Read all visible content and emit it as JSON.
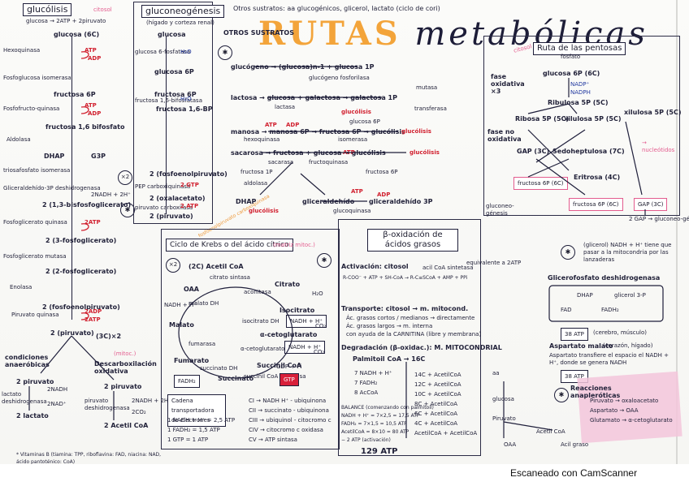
{
  "header": {
    "title_word1": "RUTAS",
    "title_word2": "metabólicas",
    "top_note": "Otros sustratos: aa glucogénicos, glicerol, lactato (ciclo de cori)",
    "otros_label": "OTROS SUSTRATOS"
  },
  "glucolisis": {
    "title": "glucólisis",
    "location": "citosol",
    "summary": "glucosa → 2ATP + 2piruvato",
    "steps": [
      "glucosa (6C)",
      "fructosa 6P",
      "fructosa 1,6 bifosfato",
      "DHAP",
      "G3P",
      "2 (1,3-bisfosfoglicerato)",
      "2 (3-fosfoglicerato)",
      "2 (2-fosfoglicerato)",
      "2 (fosfoenolpiruvato)",
      "2 (piruvato)"
    ],
    "enzymes": [
      "Hexoquinasa",
      "Fosfoglucosa isomerasa",
      "Fosfofructo-quinasa",
      "Aldolasa",
      "triosafosfato isomerasa",
      "Gliceraldehído-3P deshidrogenasa",
      "Fosfoglicerato quinasa",
      "Fosfoglicerato mutasa",
      "Enolasa",
      "Piruvato quinasa"
    ],
    "atp": "ATP",
    "adp": "ADP",
    "nadh": "2NADH + 2H⁺",
    "atp2": "2ATP",
    "adp2": "2ADP",
    "ending": "(3C)×2"
  },
  "gluconeo": {
    "title": "gluconeogénesis",
    "subtitle": "(hígado y corteza renal)",
    "steps": [
      "glucosa",
      "glucosa 6P",
      "fructosa 6P",
      "fructosa 1,6-BP",
      "2 (fosfoenolpiruvato)",
      "2 (oxalacetato)",
      "2 (piruvato)"
    ],
    "enzymes": [
      "glucosa 6-fosfatasa",
      "fructosa 1,6-bifosfatasa",
      "PEP carboxiquinasa",
      "piruvato carboxilasa"
    ],
    "h2o": "H₂O",
    "gtp": "2 GTP",
    "atp": "2 ATP",
    "note": "fosfoenolpiruvato carboxiquinasa"
  },
  "otros": {
    "items": [
      "glucógeno → (glucosa)n-1 + glucosa 1P",
      "lactosa → glucosa + galactosa → galactosa 1P",
      "manosa → manosa 6P → fructosa 6P → glucólisis",
      "sacarosa → fructosa + glucosa → glucólisis"
    ],
    "enzymes": [
      "glucógeno fosforilasa",
      "lactasa",
      "hexoquinasa",
      "isomerasa",
      "sacarasa",
      "fructoquinasa",
      "aldolasa"
    ],
    "atp": "ATP",
    "adp": "ADP",
    "dhap": "DHAP",
    "gald": "gliceraldehído",
    "g3p": "gliceraldehído 3P",
    "glucolisis": "glucólisis",
    "glucoquinasa": "glucoquinasa",
    "fructosa1p": "fructosa 1P",
    "fructosa6p": "fructosa 6P",
    "mutasa": "mutasa",
    "transferasa": "transferasa",
    "glucosa6p": "glucosa 6P"
  },
  "pentosas": {
    "title": "Ruta de las pentosas",
    "subtitle": "fosfato",
    "location": "citosol",
    "phase1": "fase oxidativa ×3",
    "phase2": "fase no oxidativa",
    "steps": [
      "glucosa 6P (6C)",
      "Ribulosa 5P (5C)",
      "Ribosa 5P (5C)",
      "xilulosa 5P (5C)",
      "xilulosa 5P (5C)",
      "GAP (3C)",
      "Sedoheptulosa (7C)",
      "Eritrosa (4C)",
      "fructosa 6P (6C)",
      "fructosa 6P (6C)",
      "GAP (3C)"
    ],
    "nadp": "NADP⁺",
    "nadph": "NADPH",
    "gluconeo": "gluconeo-génesis",
    "bottom": "2 GAP → gluconeo-génesis",
    "link": "→ nucleótidos"
  },
  "condiciones": {
    "title": "condiciones anaeróbicas",
    "steps": [
      "2 piruvato",
      "2 lactato"
    ],
    "enzyme": "lactato deshidrogenasa",
    "nadh": "2NADH",
    "nad": "2NAD⁺"
  },
  "descarb": {
    "title": "Descarboxilación oxidativa",
    "location": "(mitoc.)",
    "steps": [
      "2 piruvato",
      "2 Acetil CoA"
    ],
    "enzyme": "piruvato deshidrogenasa",
    "nadh": "2NADH + 2H⁺",
    "co2": "2CO₂"
  },
  "krebs": {
    "title": "Ciclo de Krebs o del ácido cítrico",
    "location": "(matriz mitoc.)",
    "acetil": "(2C) Acetil CoA",
    "intermediates": [
      "OAA",
      "Citrato",
      "Isocitrato",
      "α-cetoglutarato",
      "Succinil CoA",
      "Succinato",
      "Fumarato",
      "Malato"
    ],
    "enzymes": [
      "citrato sintasa",
      "aconitasa",
      "isocitrato DH",
      "α-cetoglutarato DH",
      "succinil CoA sintetasa",
      "succinato DH",
      "fumarasa",
      "malato DH"
    ],
    "nadh": "NADH + H⁺",
    "fadh2": "FADH₂",
    "gtp": "GTP",
    "co2": "CO₂",
    "h2o": "H₂O",
    "gdp": "GDP + Pi"
  },
  "cadena": {
    "title": "Cadena transportadora de electrones",
    "items": [
      "1 NADH + H⁺ = 2,5 ATP",
      "1 FADH₂ = 1,5 ATP",
      "1 GTP = 1 ATP"
    ],
    "complexes": [
      "CI → NADH H⁺ - ubiquinona",
      "CII → succinato - ubiquinona",
      "CIII → ubiquinol - citocromo c",
      "CIV → citocromo c oxidasa",
      "CV → ATP sintasa"
    ]
  },
  "beta": {
    "title": "β-oxidación de ácidos grasos",
    "activacion": "Activación: citosol",
    "act_eq": "R-COO⁻ + ATP + SH-CoA → R-C≡SCoA + AMP + PPi",
    "acilcoa": "acil CoA sintetasa",
    "equiv": "equivalente a 2ATP",
    "transporte": "Transporte: citosol → m. mitocond.",
    "transp_notes": [
      "Ác. grasos cortos / medianos → directamente",
      "Ác. grasos largos → m. interna",
      "con ayuda de la CARNITINA (libre y membrana)"
    ],
    "degradacion": "Degradación (β-oxidac.): M. MITOCONDRIAL",
    "palmitoil": "Palmitoil CoA → 16C",
    "products": [
      "7 NADH + H⁺",
      "7 FADH₂",
      "8 AcCoA"
    ],
    "cycles": [
      "14C + AcetilCoA",
      "12C + AcetilCoA",
      "10C + AcetilCoA",
      "8C + AcetilCoA",
      "6C + AcetilCoA",
      "4C + AcetilCoA",
      "AcetilCoA + AcetilCoA"
    ],
    "balance": [
      "BALANCE (comenzando con palmitoil)",
      "NADH + H⁺ = 7×2,5 = 17,5 ATP",
      "FADH₂ = 7×1,5 = 10,5 ATP",
      "AcetilCoA = 8×10 = 80 ATP",
      "− 2 ATP (activación)"
    ],
    "total": "129 ATP"
  },
  "glicerol": {
    "note": "(glicerol) NADH + H⁺ tiene que pasar a la mitocondria por las lanzaderas",
    "lanz1": "Glicerofosfato deshidrogenasa",
    "lanz1_total": "38 ATP",
    "lanz1_note": "(cerebro, músculo)",
    "lanz2": "Aspartato malato",
    "lanz2_note": "(corazón, hígado)",
    "lanz2_text": "Aspartato transfiere el espacio el NADH + H⁺, donde se genera NADH",
    "lanz2_total": "38 ATP",
    "labels": [
      "DHAP",
      "glicerol 3-P",
      "FAD",
      "FADH₂"
    ]
  },
  "reacciones": {
    "title": "Reacciones anapleróticas",
    "items": [
      "Piruvato → oxaloacetato",
      "Aspartato → OAA",
      "Glutamato → α-cetoglutarato"
    ],
    "labels": [
      "glucosa",
      "Acetil CoA",
      "Piruvato",
      "OAA",
      "Acil graso",
      "aa"
    ]
  },
  "footnote": "* Vitaminas B (tiamina: TPP, riboflavina: FAD, niacina: NAD, ácido pantoténico: CoA)",
  "scanner": "Escaneado con CamScanner"
}
